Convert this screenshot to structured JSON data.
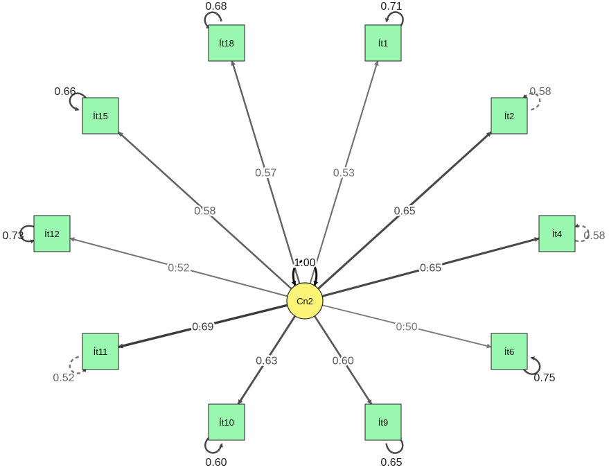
{
  "factor": {
    "label": "Cn2",
    "variance": "1.00",
    "fill": "#FBF476"
  },
  "indicator_fill": "#99F7B0",
  "items": [
    {
      "id": "it1",
      "label": "Ít1",
      "loading": "0.53",
      "residual": "0.71"
    },
    {
      "id": "it2",
      "label": "Ít2",
      "loading": "0.65",
      "residual": "0.58"
    },
    {
      "id": "it4",
      "label": "Ít4",
      "loading": "0.65",
      "residual": "0.58"
    },
    {
      "id": "it6",
      "label": "Ít6",
      "loading": "0.50",
      "residual": "0.75"
    },
    {
      "id": "it9",
      "label": "Ít9",
      "loading": "0.60",
      "residual": "0.65"
    },
    {
      "id": "it10",
      "label": "Ít10",
      "loading": "0.63",
      "residual": "0.60"
    },
    {
      "id": "it11",
      "label": "Ít11",
      "loading": "0.69",
      "residual": "0.52"
    },
    {
      "id": "it12",
      "label": "Ít12",
      "loading": "0.52",
      "residual": "0.73"
    },
    {
      "id": "it15",
      "label": "Ít15",
      "loading": "0.58",
      "residual": "0.66"
    },
    {
      "id": "it18",
      "label": "Ít18",
      "loading": "0.57",
      "residual": "0.68"
    }
  ]
}
